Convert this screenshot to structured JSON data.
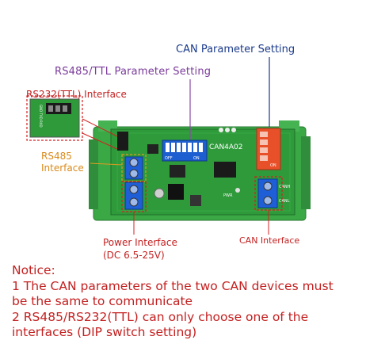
{
  "labels": {
    "can_parameter_setting": "CAN Parameter Setting",
    "rs485_ttl_parameter_setting": "RS485/TTL Parameter Setting",
    "rs232_ttl_interface": "RS232(TTL) Interface",
    "rs485_line1": "RS485",
    "rs485_line2": "Interface",
    "power_line1": "Power Interface",
    "power_line2": "(DC 6.5-25V)",
    "can_interface": "CAN Interface"
  },
  "board": {
    "model": "CAN4A02",
    "dip_left_off": "OFF",
    "dip_left_on": "ON",
    "dip_right_on": "ON",
    "pwr": "PWR",
    "rs232_pins": "GND TXD RXD",
    "can_pins": [
      "CANH",
      "CANL"
    ]
  },
  "notice": {
    "title": "Notice:",
    "line1": "1 The CAN parameters of the two CAN devices must",
    "line2": "be the same to communicate",
    "line3": "2 RS485/RS232(TTL) can only choose one of the",
    "line4": "interfaces (DIP switch setting)"
  },
  "colors": {
    "pcb_green": "#2e9a3a",
    "rail_green": "#3aa845",
    "terminal_blue": "#1e5fd8",
    "callout_red": "#d42020",
    "callout_orange": "#e09a20",
    "callout_purple": "#8a4aa8",
    "callout_navy": "#1a3a8a"
  }
}
